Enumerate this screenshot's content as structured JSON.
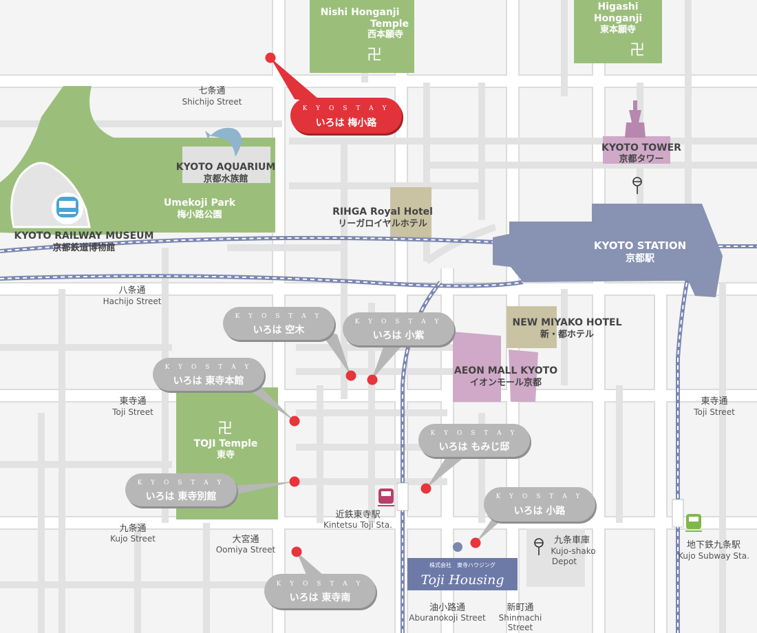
{
  "colors": {
    "background": "#f4f4f4",
    "road": "#ffffff",
    "road_outline": "#dedede",
    "park": "#9bbf7b",
    "temple": "#9bbf7b",
    "station": "#8892b2",
    "hotel": "#c9c3a3",
    "mall": "#cfa9c7",
    "tower": "#cfa9c7",
    "marker": "#e8343b",
    "callout_gray": "#b7b7b7",
    "callout_red": "#e2323a",
    "railway_line": "#7b87b1",
    "kintetsu": "#b8406a",
    "subway": "#7fb749",
    "toji_housing": "#6d7aa8"
  },
  "streets": {
    "shichijo": {
      "ja": "七条通",
      "en": "Shichijo Street"
    },
    "hachijo": {
      "ja": "八条通",
      "en": "Hachijo Street"
    },
    "toji_left": {
      "ja": "東寺通",
      "en": "Toji Street"
    },
    "toji_right": {
      "ja": "東寺通",
      "en": "Toji Street"
    },
    "kujo": {
      "ja": "九条通",
      "en": "Kujo Street"
    },
    "oomiya": {
      "ja": "大宮通",
      "en": "Oomiya Street"
    },
    "aburanokoji": {
      "ja": "油小路通",
      "en": "Aburanokoji Street"
    },
    "shinmachi": {
      "ja": "新町通",
      "en1": "Shinmachi",
      "en2": "Street"
    }
  },
  "landmarks": {
    "nishi_honganji": {
      "en1": "Nishi Honganji",
      "en2": "Temple",
      "ja": "西本願寺",
      "symbol": "卍"
    },
    "higashi_honganji": {
      "en1": "Higashi",
      "en2": "Honganji",
      "ja": "東本願寺",
      "symbol": "卍"
    },
    "kyoto_aquarium": {
      "en": "KYOTO AQUARIUM",
      "ja": "京都水族館"
    },
    "umekoji_park": {
      "en": "Umekoji Park",
      "ja": "梅小路公園"
    },
    "railway_museum": {
      "en": "KYOTO RAILWAY MUSEUM",
      "ja": "京都鉄道博物館"
    },
    "rihga": {
      "en": "RIHGA Royal Hotel",
      "ja": "リーガロイヤルホテル"
    },
    "kyoto_tower": {
      "en": "KYOTO TOWER",
      "ja": "京都タワー"
    },
    "kyoto_station": {
      "en": "KYOTO STATION",
      "ja": "京都駅"
    },
    "new_miyako": {
      "en": "NEW MIYAKO HOTEL",
      "ja": "新・都ホテル"
    },
    "aeon": {
      "en": "AEON MALL KYOTO",
      "ja": "イオンモール京都"
    },
    "toji_temple": {
      "en": "TOJI Temple",
      "ja": "東寺",
      "symbol": "卍"
    },
    "kintetsu_toji": {
      "ja": "近鉄東寺駅",
      "en": "Kintetsu Toji Sta."
    },
    "kujo_shako": {
      "ja": "九条車庫",
      "en1": "Kujo-shako",
      "en2": "Depot"
    },
    "kujo_subway": {
      "ja": "地下鉄九条駅",
      "en": "Kujo Subway Sta."
    },
    "toji_housing": {
      "small": "株式会社　東寺ハウジング",
      "name": "Toji Housing"
    }
  },
  "callouts": {
    "kicker": "K Y O S T A Y",
    "umekoji": "いろは 梅小路",
    "utsuki": "いろは 空木",
    "koshi": "いろは 小紫",
    "toji_honkan": "いろは 東寺本館",
    "momiji": "いろは もみじ邸",
    "toji_bekkan": "いろは 東寺別館",
    "koji": "いろは 小路",
    "toji_minami": "いろは 東寺南"
  }
}
